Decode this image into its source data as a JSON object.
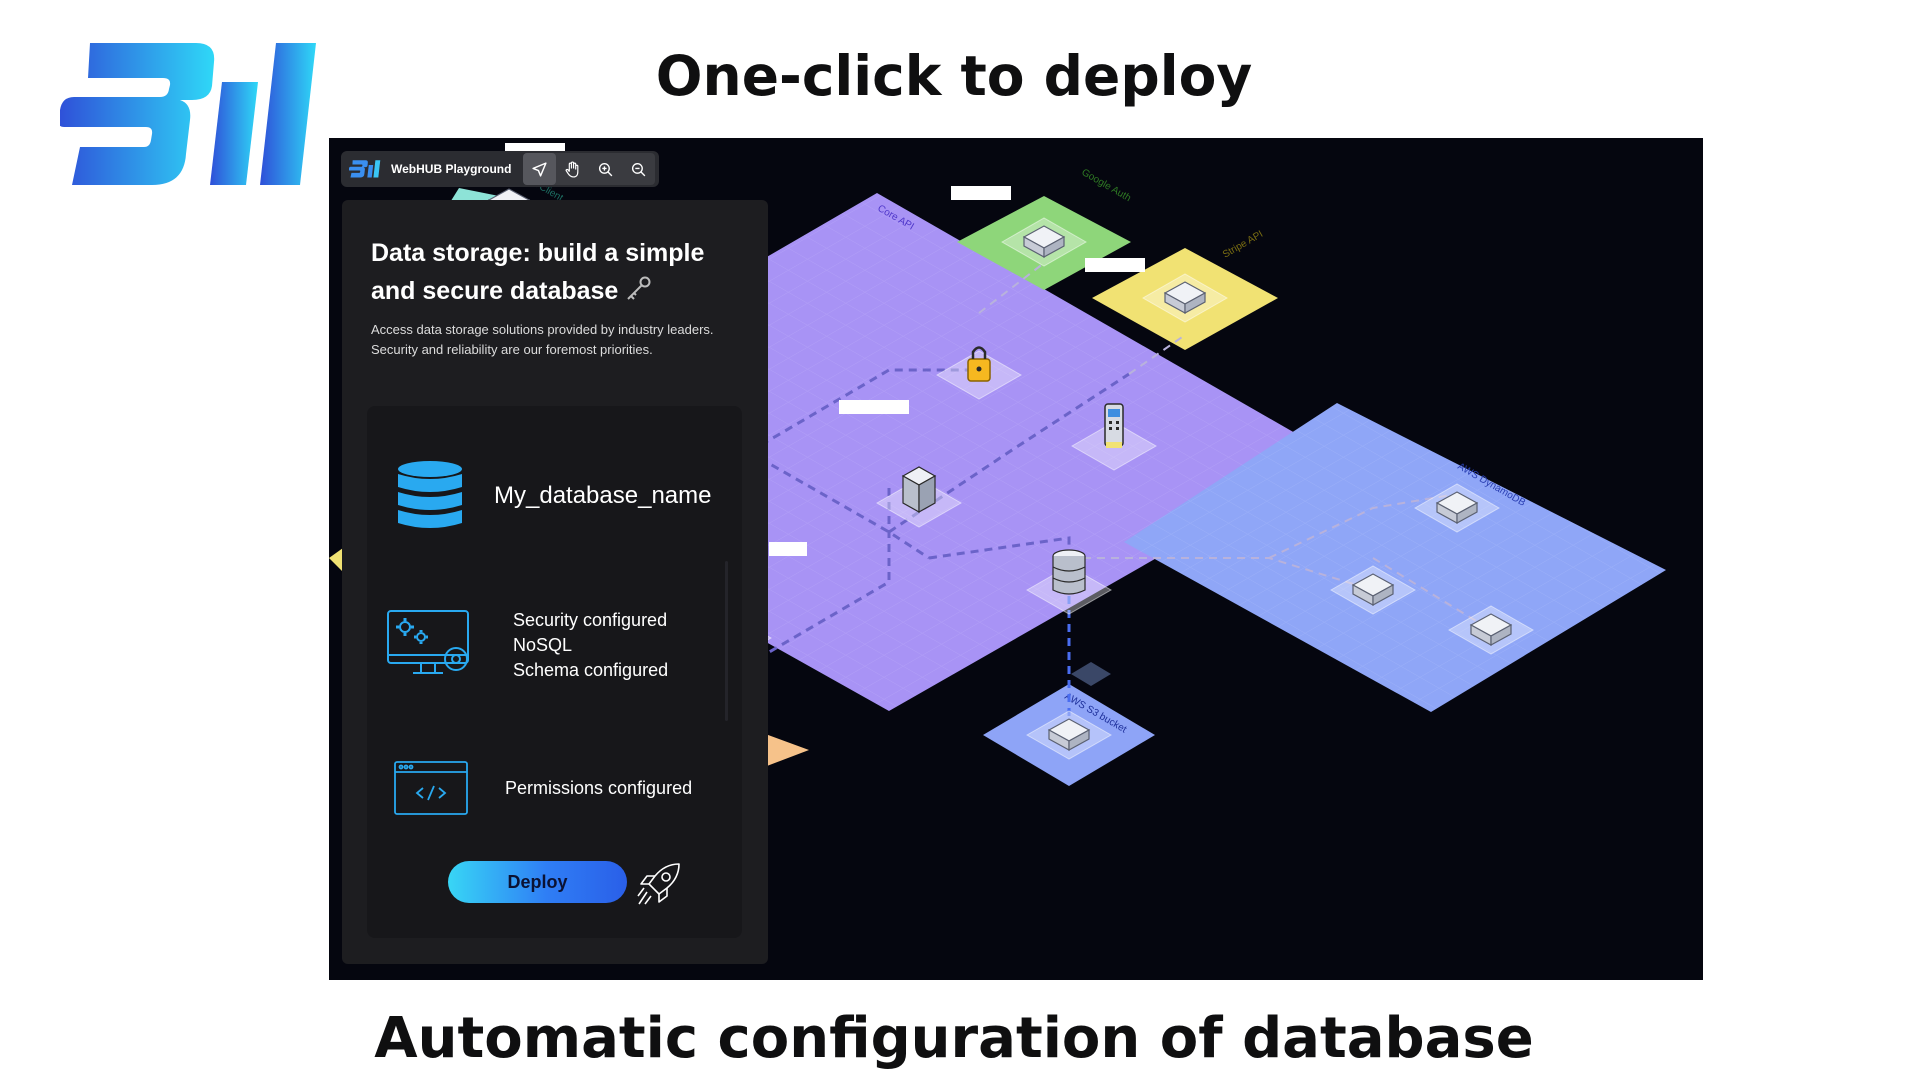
{
  "headlines": {
    "top": "One-click to deploy",
    "bottom": "Automatic configuration of database"
  },
  "colors": {
    "brand_gradient_start": "#2f4fd8",
    "brand_gradient_end": "#2fd8f7",
    "canvas_background": "#05060f",
    "core_api_plane": "#a893f5",
    "dynamodb_plane": "#8fa6f7",
    "s3_plane": "#8ea4f7",
    "google_auth_plane": "#8ed67a",
    "stripe_api_plane": "#f1e273",
    "orange_plane": "#f6c28a",
    "panel_background": "#1d1d20",
    "accent_blue": "#29a9f0"
  },
  "app": {
    "name": "WebHUB Playground",
    "tools": [
      {
        "icon": "pointer-icon",
        "active": true
      },
      {
        "icon": "hand-icon",
        "active": false
      },
      {
        "icon": "zoom-in-icon",
        "active": false
      },
      {
        "icon": "zoom-out-icon",
        "active": false
      }
    ]
  },
  "canvas": {
    "groups": {
      "core_api": "Core API",
      "google_auth": "Google Auth",
      "stripe_api": "Stripe API",
      "dynamodb": "AWS DynamoDB",
      "s3": "AWS S3 bucket",
      "client": "nt Client"
    }
  },
  "panel": {
    "title": "Data storage: build a simple and secure database",
    "title_icon": "key-icon",
    "description": "Access data storage solutions provided by industry leaders. Security and reliability are our foremost priorities.",
    "database_name": "My_database_name",
    "config_items": [
      "Security configured",
      "NoSQL",
      "Schema configured"
    ],
    "permissions": "Permissions configured",
    "deploy_label": "Deploy"
  }
}
